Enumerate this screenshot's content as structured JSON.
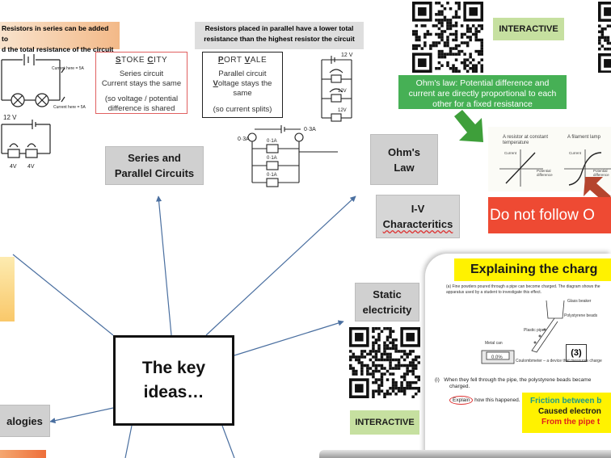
{
  "series_banner": [
    "Resistors in series can be added to",
    "d the total resistance of the circuit"
  ],
  "parallel_banner": [
    "Resistors placed in parallel have a lower total",
    "resistance than the highest resistor the circuit"
  ],
  "stoke": {
    "title_first": "S",
    "title_first_rest": "TOKE ",
    "title_second": "C",
    "title_second_rest": "ITY",
    "line1": "Series circuit",
    "line2": "Current stays the same",
    "line3": "(so voltage / potential",
    "line4": "difference is shared"
  },
  "port": {
    "title_first": "P",
    "title_first_rest": "ORT ",
    "title_second": "V",
    "title_second_rest": "ALE",
    "line1": "Parallel circuit",
    "line2_first": "V",
    "line2_rest": "oltage stays the same",
    "line3": "(so current splits)"
  },
  "series_circuit": {
    "current_top": "Current here = 5A",
    "current_bottom": "Current here = 5A",
    "voltage_label": "12 V",
    "bulb_v1": "4V",
    "bulb_v2": "4V"
  },
  "parallel_circuit": {
    "voltage_top": "12 V",
    "branch_v1": "12V",
    "branch_v2": "12V",
    "amm_left": "0·3A",
    "amm_right": "0·3A",
    "branch_a1": "0·1A",
    "branch_a2": "0·1A",
    "branch_a3": "0·1A"
  },
  "nodes": {
    "series_parallel": [
      "Series and",
      "Parallel Circuits"
    ],
    "ohms_law": [
      "Ohm's",
      "Law"
    ],
    "iv": [
      "I-V",
      "Characteritics"
    ],
    "static": [
      "Static",
      "electricity"
    ],
    "key_ideas": [
      "The key",
      "ideas…"
    ],
    "analogies": "alogies"
  },
  "interactive_top": "INTERACTIVE",
  "interactive_bottom": "INTERACTIVE",
  "ohm_statement": "Ohm's law: Potential difference and current are directly proportional to each other for a fixed resistance",
  "iv_graph": {
    "title1": "A resistor at constant",
    "title1b": "temperature",
    "title2": "A filament lamp",
    "ylabel1": "Current",
    "xlabel1": "Potential",
    "xlabel1b": "difference",
    "ylabel2": "Current",
    "xlabel2": "Potential",
    "xlabel2b": "difference"
  },
  "warning": "Do not follow O",
  "slide": {
    "title": "Explaining the charg",
    "question_intro": "(a)  Fine powders poured through a pipe can become charged. The diagram shows the apparatus used by a student to investigate this effect.",
    "label_glass": "Glass beaker",
    "label_beads": "Polystyrene beads",
    "label_pipe": "Plastic pipe",
    "label_can": "Metal can",
    "label_meter": "Coulombmeter – a device that measures charge",
    "meter_reading": "0.0%",
    "marks": "(3)",
    "q_num": "(i)",
    "q_text": "When they fell through the pipe, the polystyrene beads became",
    "q_text2": "charged.",
    "q_explain": "Explain",
    "q_explain_rest": " how this happened.",
    "ans1": "Friction between b",
    "ans2": "Caused electron",
    "ans3": "From the pipe t"
  },
  "colors": {
    "series_banner": "#f6c89a",
    "parallel_banner": "#dedede",
    "node_box": "#d0d0d0",
    "interactive": "#c6e0a0",
    "ohm_box": "#46b055",
    "arrow_green": "#3e9f3a",
    "warning_bg": "#ee4a33",
    "arrow_red": "#b5452e",
    "line": "#4a6fa0",
    "slide_title_bg": "#fff200",
    "answer_bg": "#fff200",
    "answer_teal": "#1c9a8a",
    "answer_red": "#e0201b"
  }
}
